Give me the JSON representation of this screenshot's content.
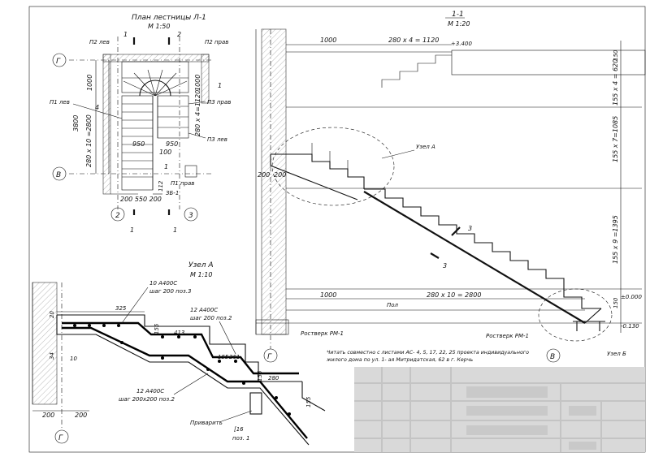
{
  "plan": {
    "title": "План лестницы Л-1",
    "scale": "М 1:50",
    "axis_g": "Г",
    "axis_v": "В",
    "axis_2": "2",
    "axis_3": "3",
    "cut_1": "1",
    "cut_2": "2",
    "p2_lev": "П2 лев",
    "p2_prav": "П2 прав",
    "p1_lev": "П1 лев",
    "p3_prav": "П3 прав",
    "p3_lev": "П3 лев",
    "p1_prav": "П1 прав",
    "dim_1000a": "1000",
    "dim_1000b": "1000",
    "dim_3800": "3800",
    "dim_280x10": "280 x 10 =2800",
    "dim_280x4": "280 x 4=1120",
    "dim_950a": "950",
    "dim_950b": "950",
    "dim_100": "100",
    "dim_4": "4",
    "dim_bottom": "200 550 200",
    "dim_112": "112",
    "label_zb": "ЗБ-1",
    "mark_1a": "1",
    "mark_1b": "1",
    "mark_1c": "1",
    "mark_1d": "1"
  },
  "section": {
    "title": "1-1",
    "scale": "М 1:20",
    "dim_1000_top": "1000",
    "dim_280x4": "280 x 4 = 1120",
    "elev_3400": "+3.400",
    "dim_155x4": "155 x 4 = 620",
    "dim_150a": "150",
    "dim_155x7": "155 x 7=1085",
    "dim_155x9": "155 x 9 =1395",
    "dim_150b": "150",
    "uzel_a": "Узел А",
    "dim_200a": "200",
    "dim_200b": "200",
    "dim_1000_bot": "1000",
    "dim_280x10": "280 x 10 = 2800",
    "pol": "Пол",
    "rostverk1": "Ростверк РМ-1",
    "rostverk2": "Ростверк РМ-1",
    "elev_000": "±0.000",
    "elev_130": "-0.130",
    "cut_3a": "3",
    "cut_3b": "3",
    "axis_g": "Г",
    "axis_v": "В",
    "uzel_b": "Узел Б",
    "note_line1": "Читать совместно с листами АС- 4, 5, 17, 22, 25 проекта индивидуального",
    "note_line2": "жилого дома по ул. 1- ая Митридатская, 62 в г. Керчь"
  },
  "detail": {
    "title": "Узел А",
    "scale": "М 1:10",
    "rebar1": "10 А400С",
    "rebar1b": "шаг 200 поз.3",
    "rebar2": "12 А400С",
    "rebar2b": "шаг 200 поз.2",
    "rebar3": "12 А400С",
    "rebar3b": "шаг 200х200 поз.2",
    "dim_325": "325",
    "dim_155a": "155",
    "dim_413": "413",
    "dim_155b": "155",
    "dim_261": "261",
    "dim_280": "280",
    "dim_155c": "155",
    "dim_155d": "155",
    "dim_20": "20",
    "dim_34": "34",
    "dim_10": "10",
    "dim_200a": "200",
    "dim_200b": "200",
    "privarit": "Приварить",
    "plate": "[16",
    "plate_pos": "поз. 1",
    "axis_g": "Г"
  }
}
